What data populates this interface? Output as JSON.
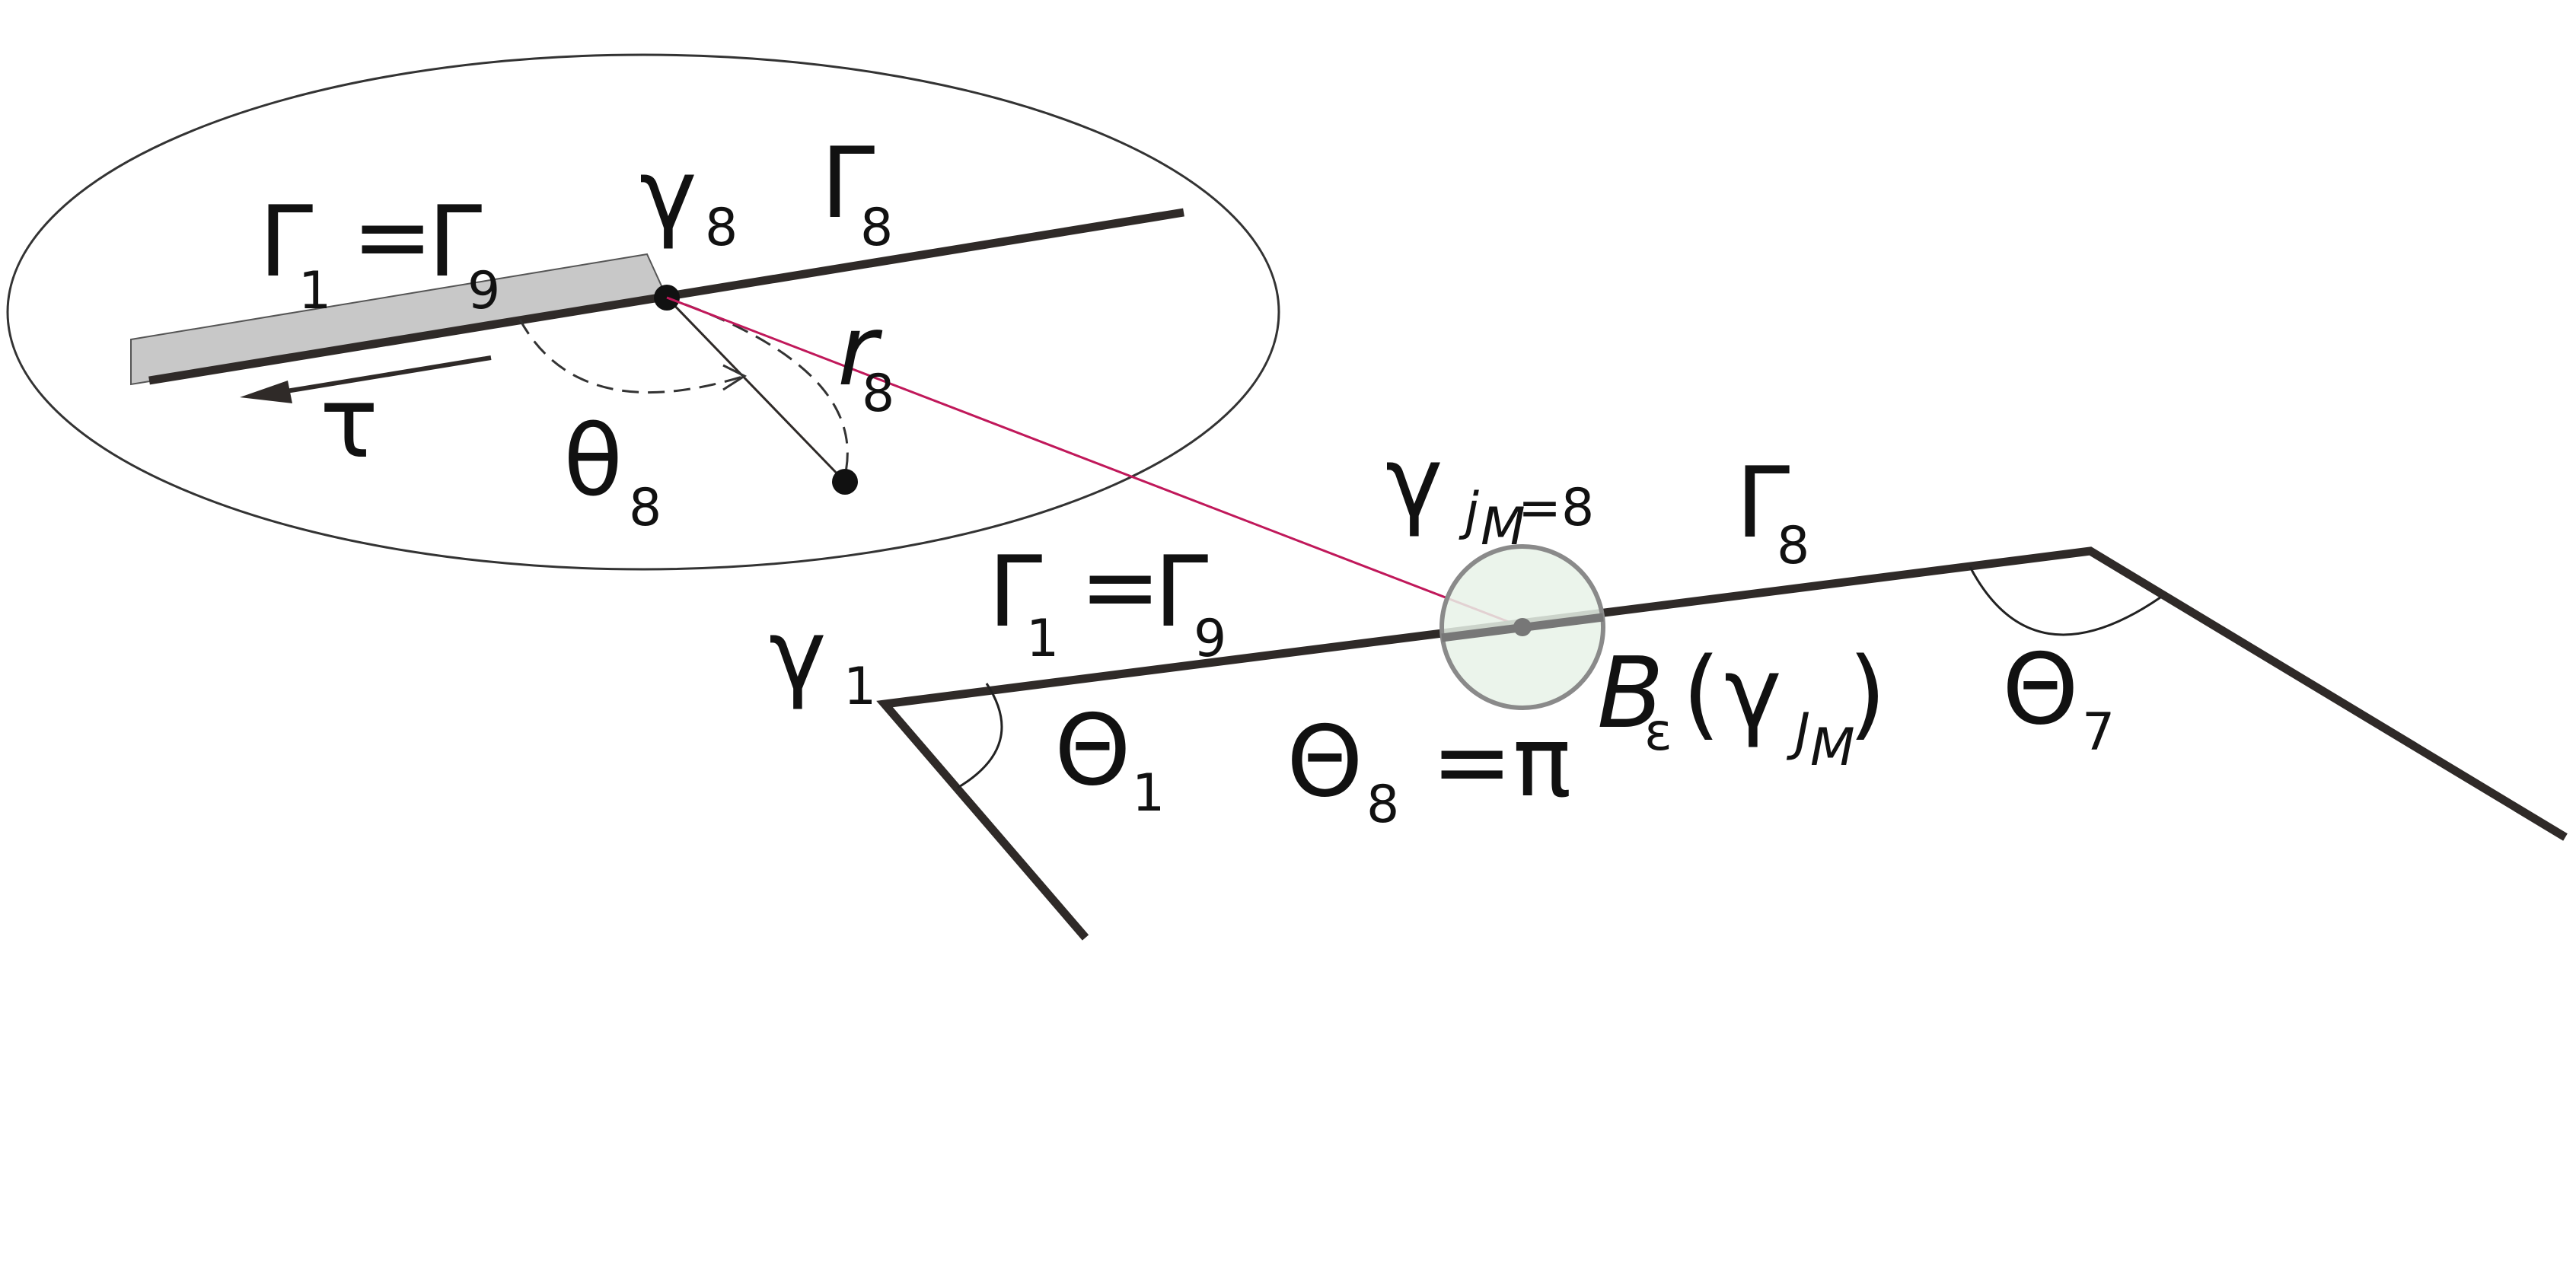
{
  "inset": {
    "label_gamma_left": "Γ",
    "label_gamma_left_sub": "1",
    "label_eq": "=",
    "label_gamma_right": "Γ",
    "label_gamma_right_sub": "9",
    "vertex_symbol": "γ",
    "vertex_sub": "8",
    "edge_symbol": "Γ",
    "edge_sub": "8",
    "radius_symbol": "r",
    "radius_sub": "8",
    "tangent_symbol": "τ",
    "angle_symbol": "θ",
    "angle_sub": "8"
  },
  "main": {
    "vertex_jm_symbol": "γ",
    "vertex_jm_sub": "j",
    "vertex_jm_sub2": "M",
    "vertex_jm_eq": "=8",
    "edge8_symbol": "Γ",
    "edge8_sub": "8",
    "edge19_symbol": "Γ",
    "edge19_sub": "1",
    "edge19_eq": "=",
    "edge19_symbol2": "Γ",
    "edge19_sub2": "9",
    "vertex1_symbol": "γ",
    "vertex1_sub": "1",
    "angle1_symbol": "Θ",
    "angle1_sub": "1",
    "angle8_symbol": "Θ",
    "angle8_sub": "8",
    "angle8_eq": "=π",
    "angle7_symbol": "Θ",
    "angle7_sub": "7",
    "ball_symbol": "B",
    "ball_sub": "ε",
    "ball_open": "(",
    "ball_gamma": "γ",
    "ball_gamma_sub": "J",
    "ball_gamma_sub2": "M",
    "ball_close": ")"
  },
  "colors": {
    "line": "#2f2a28",
    "magenta": "#c0185a",
    "ball_fill": "#e8f2e8",
    "ball_stroke": "#8a8a8a",
    "shade": "#c8c8c8"
  }
}
